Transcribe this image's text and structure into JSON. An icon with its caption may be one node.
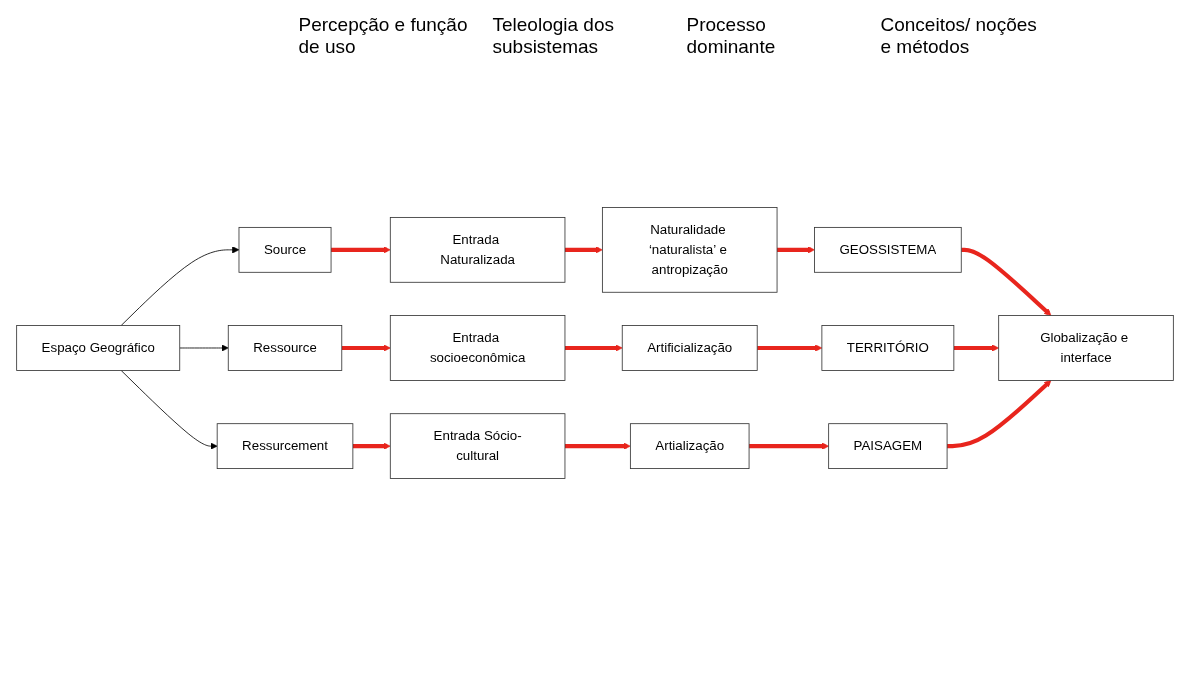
{
  "diagram": {
    "nodes": [
      {
        "text": [
          "Espaço Geográfico"
        ]
      },
      {
        "text": [
          "Source"
        ]
      },
      {
        "text": [
          "Entrada Naturalizada"
        ]
      },
      {
        "text": [
          "Naturalidade ‘naturalista’ e antropização"
        ]
      },
      {
        "text": [
          "GEOSSISTEMA"
        ]
      },
      {
        "text": [
          "Ressource"
        ]
      },
      {
        "text": [
          "Entrada socioeconômica"
        ]
      },
      {
        "text": [
          "Artificialização"
        ]
      },
      {
        "text": [
          "TERRITÓRIO"
        ]
      },
      {
        "text": [
          "Ressurcement"
        ]
      },
      {
        "text": [
          "Entrada Sócio-cultural"
        ]
      },
      {
        "text": [
          "Artialização"
        ]
      },
      {
        "text": [
          "PAISAGEM"
        ]
      },
      {
        "text": [
          "Globalização e interface"
        ]
      }
    ],
    "edges": [
      {
        "from": 0,
        "to": 1,
        "arrow": "to",
        "color": "#000000"
      },
      {
        "from": 0,
        "to": 5,
        "arrow": "to",
        "color": "#000000"
      },
      {
        "from": 0,
        "to": 9,
        "arrow": "to",
        "color": "#000000"
      },
      {
        "from": 1,
        "to": 2,
        "arrow": "to"
      },
      {
        "from": 2,
        "to": 3,
        "arrow": "to"
      },
      {
        "from": 3,
        "to": 4,
        "arrow": "to"
      },
      {
        "from": 5,
        "to": 6,
        "arrow": "to"
      },
      {
        "from": 6,
        "to": 7,
        "arrow": "to"
      },
      {
        "from": 7,
        "to": 8,
        "arrow": "to"
      },
      {
        "from": 9,
        "to": 10,
        "arrow": "to"
      },
      {
        "from": 10,
        "to": 11,
        "arrow": "to"
      },
      {
        "from": 11,
        "to": 12,
        "arrow": "to"
      },
      {
        "from": 4,
        "to": 13,
        "arrow": "to"
      },
      {
        "from": 8,
        "to": 13,
        "arrow": "to"
      },
      {
        "from": 12,
        "to": 13,
        "arrow": "to"
      }
    ],
    "labels": [
      "Percepção e função de uso",
      "Teleologia dos subsistemas",
      "Processo dominante",
      "Conceitos/ noções e métodos"
    ]
  }
}
